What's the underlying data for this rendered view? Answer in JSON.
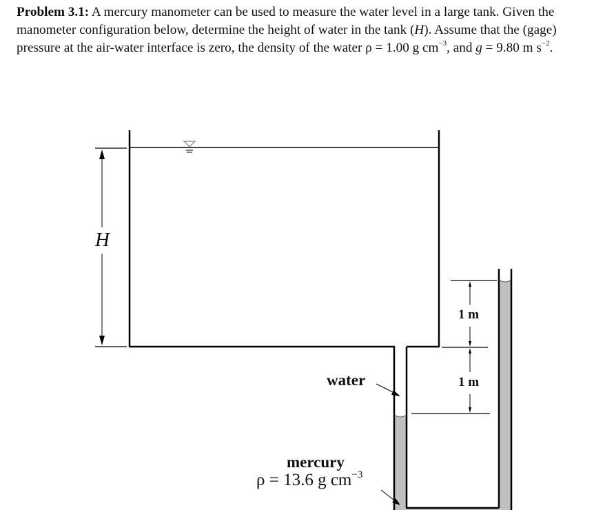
{
  "problem": {
    "title": "Problem 3.1:",
    "text_part1": " A mercury manometer can be used to measure the water level in a large tank. Given the manometer configuration below, determine the height of water in the tank (",
    "var_H": "H",
    "text_part2": "). Assume that the (gage) pressure at the air-water interface is zero, the density of the water ρ = 1.00 g cm",
    "exp1": "−3",
    "text_part3": ", and ",
    "var_g": "g",
    "text_part4": " = 9.80 m s",
    "exp2": "−2",
    "text_part5": "."
  },
  "figure": {
    "height_label": "H",
    "water_label": "water",
    "mercury_label": "mercury",
    "mercury_density": "ρ = 13.6 g cm",
    "mercury_density_exp": "−3",
    "dim_upper": "1 m",
    "dim_lower": "1 m",
    "colors": {
      "line": "#000000",
      "mercury_fill": "#c0c0c0",
      "free_surface_symbol": "#999999"
    }
  }
}
